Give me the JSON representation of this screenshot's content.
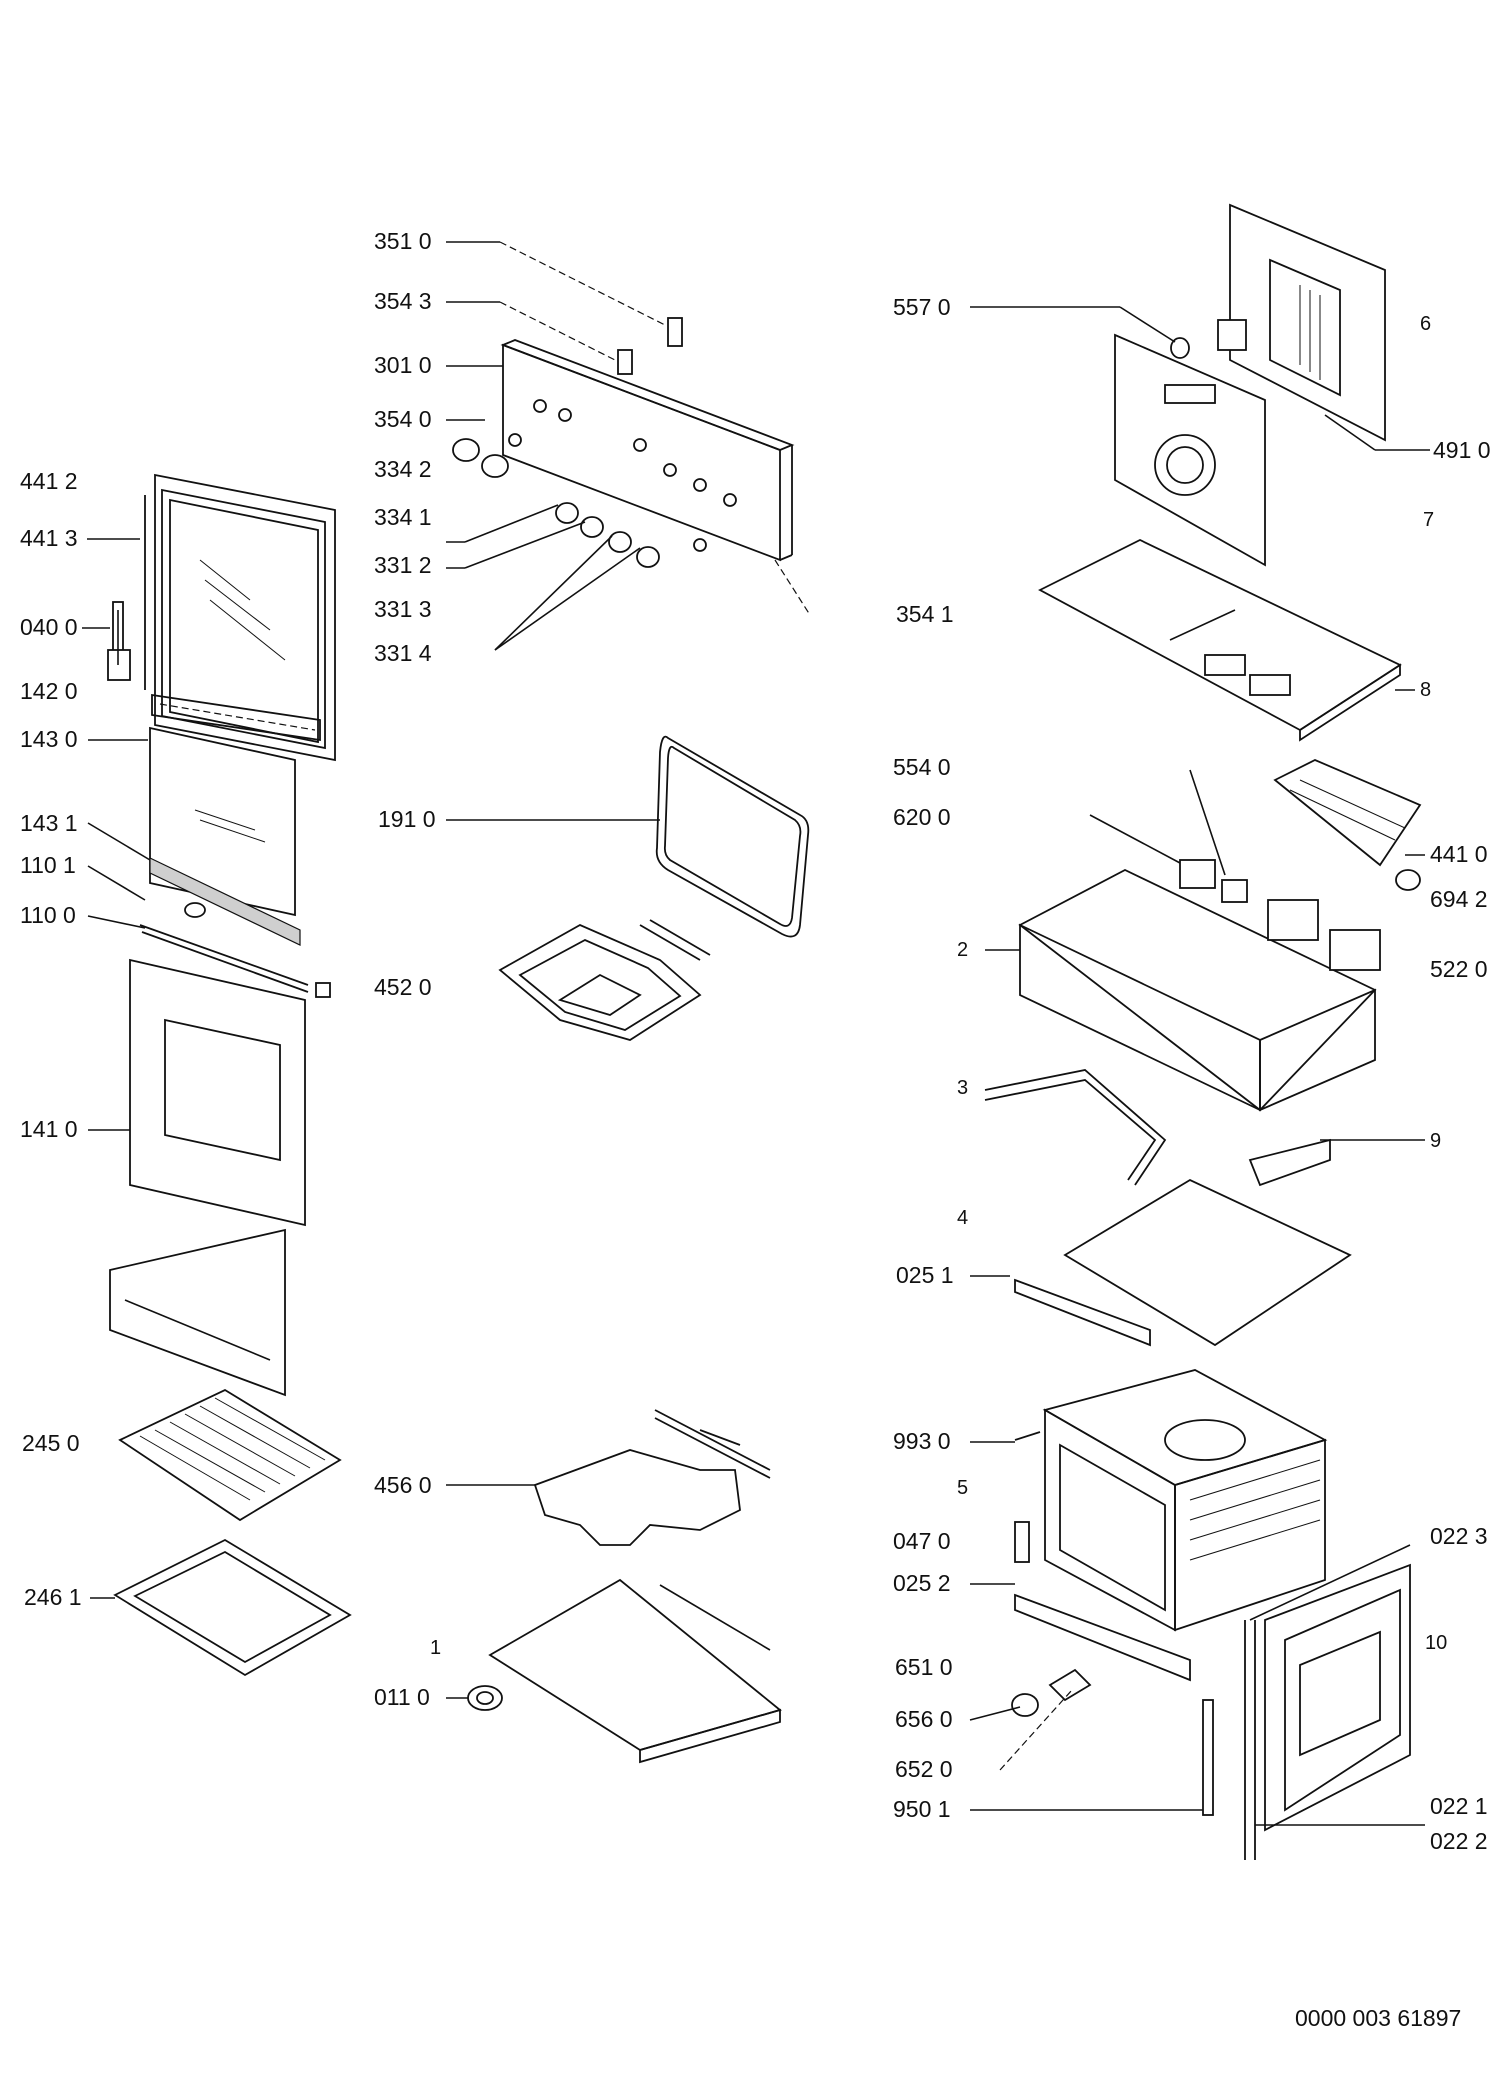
{
  "drawing_number": "0000 003 61897",
  "parts": {
    "p4412": "441 2",
    "p4413": "441 3",
    "p0400": "040 0",
    "p1420": "142 0",
    "p1430": "143 0",
    "p1431": "143 1",
    "p1101": "110 1",
    "p1100": "110 0",
    "p1410": "141 0",
    "p2450": "245 0",
    "p2461": "246 1",
    "p3510": "351 0",
    "p3543": "354 3",
    "p3010": "301 0",
    "p3540": "354 0",
    "p3342": "334 2",
    "p3341": "334 1",
    "p3312": "331 2",
    "p3313": "331 3",
    "p3314": "331 4",
    "p1910": "191 0",
    "p4520": "452 0",
    "p4560": "456 0",
    "n1": "1",
    "p0110": "011 0",
    "p5570": "557 0",
    "n6": "6",
    "p4910": "491 0",
    "n7": "7",
    "p3541": "354 1",
    "n8": "8",
    "p5540": "554 0",
    "p6200": "620 0",
    "p4410": "441 0",
    "p6942": "694 2",
    "n2": "2",
    "p5220": "522 0",
    "n3": "3",
    "n9": "9",
    "n4": "4",
    "p0251": "025 1",
    "p9930": "993 0",
    "n5": "5",
    "p0470": "047 0",
    "p0223": "022 3",
    "p0252": "025 2",
    "n10": "10",
    "p6510": "651 0",
    "p6560": "656 0",
    "p6520": "652 0",
    "p9501": "950 1",
    "p0221": "022 1",
    "p0222": "022 2"
  }
}
